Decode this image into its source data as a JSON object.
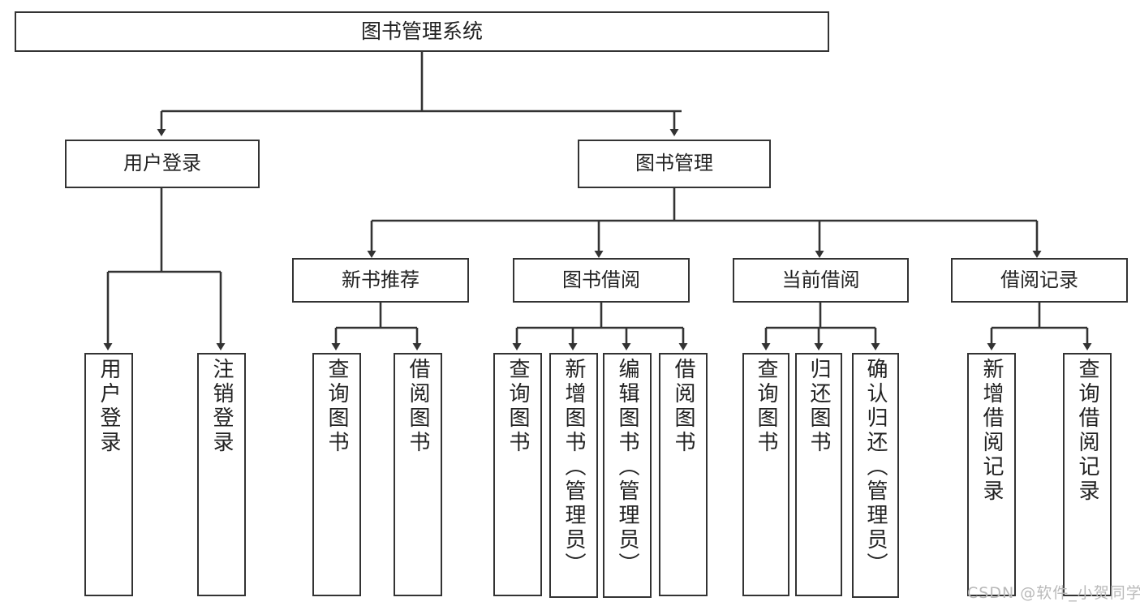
{
  "diagram": {
    "title": "图书管理系统",
    "type": "tree-hierarchy",
    "colors": {
      "stroke": "#333333",
      "fill": "#ffffff",
      "text": "#222222",
      "watermark": "#b9b9b9"
    },
    "root": {
      "label": "图书管理系统"
    },
    "level2": [
      {
        "label": "用户登录"
      },
      {
        "label": "图书管理"
      }
    ],
    "level3": [
      {
        "label": "新书推荐"
      },
      {
        "label": "图书借阅"
      },
      {
        "label": "当前借阅"
      },
      {
        "label": "借阅记录"
      }
    ],
    "leaves": {
      "user_login": [
        {
          "label": "用户登录"
        },
        {
          "label": "注销登录"
        }
      ],
      "new_book_recommend": [
        {
          "label": "查询图书"
        },
        {
          "label": "借阅图书"
        }
      ],
      "book_borrow": [
        {
          "label": "查询图书"
        },
        {
          "label": "新增图书（管理员）"
        },
        {
          "label": "编辑图书（管理员）"
        },
        {
          "label": "借阅图书"
        }
      ],
      "current_borrow": [
        {
          "label": "查询图书"
        },
        {
          "label": "归还图书"
        },
        {
          "label": "确认归还（管理员）"
        }
      ],
      "borrow_record": [
        {
          "label": "新增借阅记录"
        },
        {
          "label": "查询借阅记录"
        }
      ]
    }
  },
  "watermark": {
    "text": "CSDN @软件_小贺同学"
  }
}
